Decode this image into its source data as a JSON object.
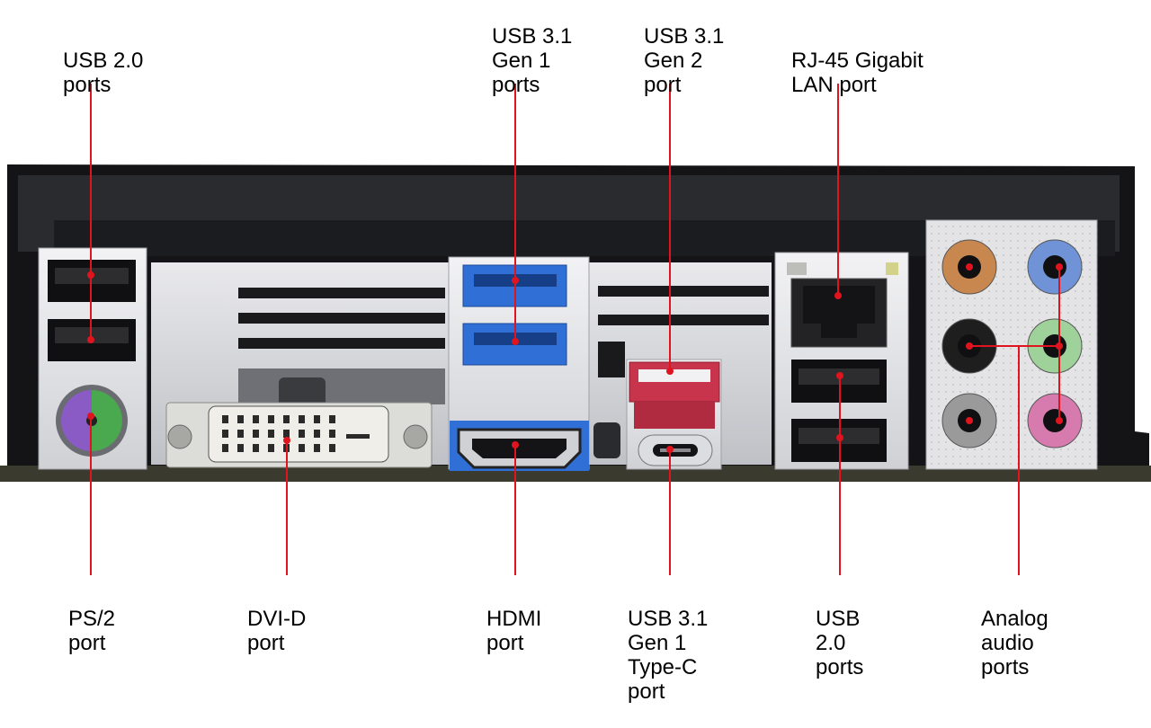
{
  "labels": {
    "usb20_top": [
      "USB 2.0",
      "ports"
    ],
    "usb31_gen1_top": [
      "USB 3.1",
      "Gen 1",
      "ports"
    ],
    "usb31_gen2_top": [
      "USB 3.1",
      "Gen 2",
      "port"
    ],
    "rj45": [
      "RJ-45 Gigabit",
      "LAN port"
    ],
    "ps2": [
      "PS/2",
      "port"
    ],
    "dvid": [
      "DVI-D",
      "port"
    ],
    "hdmi": [
      "HDMI",
      "port"
    ],
    "usb31_typec": [
      "USB 3.1",
      "Gen 1",
      "Type-C",
      "port"
    ],
    "usb20_bottom": [
      "USB",
      "2.0",
      "ports"
    ],
    "audio": [
      "Analog",
      "audio",
      "ports"
    ]
  },
  "colors": {
    "leader_line": "#e0141e",
    "usb3_blue": "#2f6fd6",
    "usb_gen2_red": "#c8344c",
    "ps2_purple": "#8a5bc4",
    "ps2_green": "#4aa84e",
    "audio_orange": "#c8874e",
    "audio_blue": "#6f93d6",
    "audio_green": "#9fd29a",
    "audio_pink": "#d77bae",
    "audio_gray": "#9a9a9a",
    "audio_black": "#1e1e1e"
  }
}
